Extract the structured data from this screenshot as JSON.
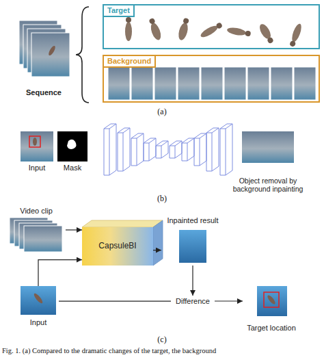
{
  "diagram": {
    "caption": "Fig. 1. (a) Compared to the dramatic changes of the target, the background",
    "nodes": [
      {
        "text": [
          "Target"
        ]
      },
      {
        "text": [
          "Background"
        ]
      },
      {
        "text": [
          "Sequence"
        ]
      },
      {
        "text": [
          "Input"
        ]
      },
      {
        "text": [
          "Mask"
        ]
      },
      {
        "text": [
          "Object removal by background inpainting"
        ]
      },
      {
        "text": [
          "Video clip"
        ]
      },
      {
        "text": [
          "CapsuleBI"
        ]
      },
      {
        "text": [
          "Inpainted result"
        ]
      },
      {
        "text": [
          "Input"
        ]
      },
      {
        "text": [
          "Difference"
        ]
      },
      {
        "text": [
          "Target location"
        ]
      }
    ],
    "edges": [
      {
        "from": 6,
        "to": 7,
        "arrow": "to"
      },
      {
        "from": 9,
        "to": 7,
        "arrow": "to"
      },
      {
        "from": 7,
        "to": 8,
        "arrow": "to"
      },
      {
        "from": 8,
        "to": 10,
        "arrow": "to"
      },
      {
        "from": 9,
        "to": 10,
        "arrow": "none"
      },
      {
        "from": 10,
        "to": 11,
        "arrow": "to"
      }
    ],
    "labels": [
      "(a)",
      "(b)",
      "(c)"
    ]
  }
}
